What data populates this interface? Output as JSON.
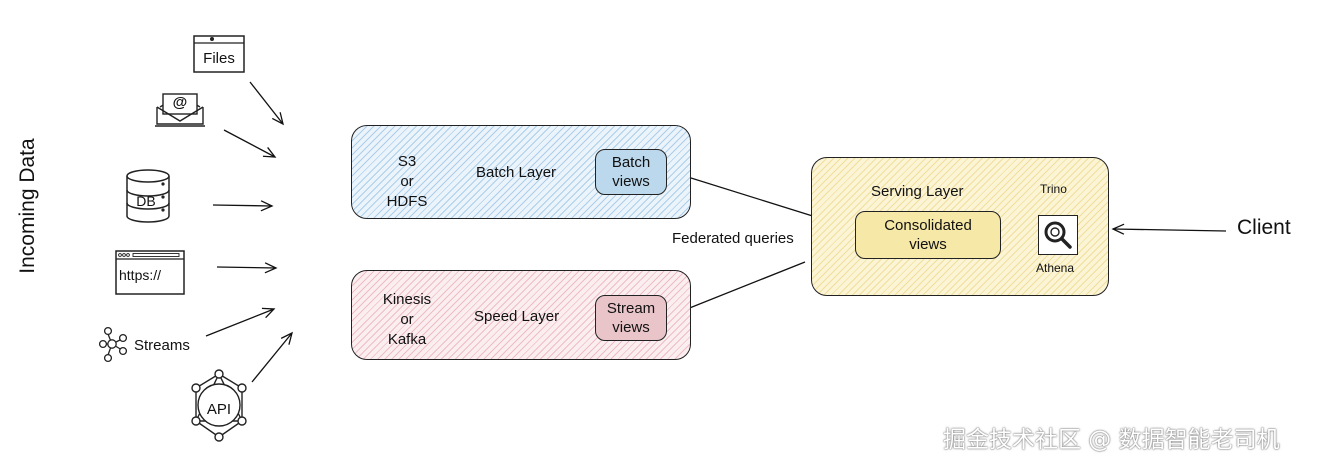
{
  "side_title": "Incoming Data",
  "sources": {
    "files": "Files",
    "email": "@",
    "db": "DB",
    "web": "https://",
    "streams": "Streams",
    "api": "API"
  },
  "batch_layer": {
    "storage": "S3\nor\nHDFS",
    "title": "Batch Layer",
    "views": "Batch\nviews"
  },
  "speed_layer": {
    "storage": "Kinesis\nor\nKafka",
    "title": "Speed Layer",
    "views": "Stream\nviews"
  },
  "serving_layer": {
    "title": "Serving Layer",
    "engine": "Trino",
    "views": "Consolidated\nviews",
    "athena": "Athena"
  },
  "federated_label": "Federated queries",
  "client": "Client",
  "watermark": "掘金技术社区 @ 数据智能老司机",
  "colors": {
    "batch": "#bcd8ec",
    "speed": "#e9c4c8",
    "serving": "#f6e8a6"
  }
}
